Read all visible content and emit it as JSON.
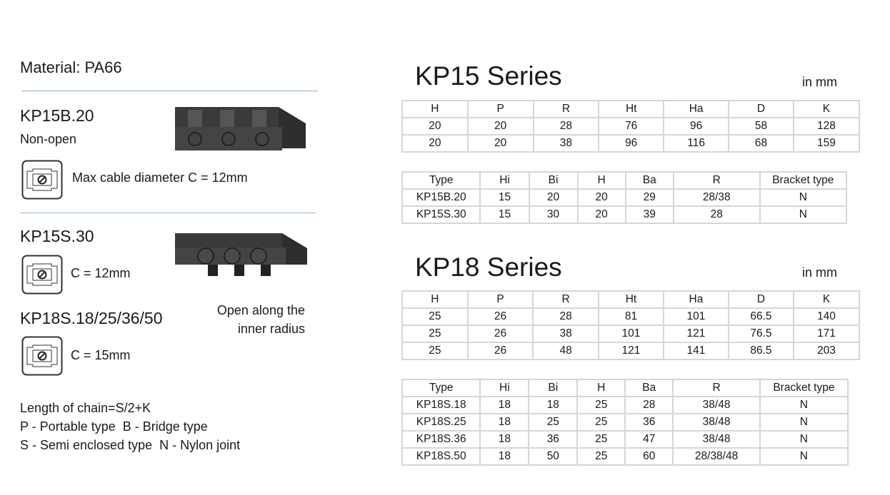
{
  "left": {
    "material": "Material: PA66",
    "kp15b": {
      "title": "KP15B.20",
      "subtitle": "Non-open",
      "cable": "Max cable diameter C = 12mm"
    },
    "kp15s": {
      "title": "KP15S.30",
      "cable": "C = 12mm"
    },
    "kp18s": {
      "title": "KP18S.18/25/36/50",
      "note1": "Open along the",
      "note2": "inner radius",
      "cable": "C = 15mm"
    },
    "notes": [
      "Length of chain=S/2+K",
      "P - Portable type  B - Bridge type",
      "S - Semi enclosed type  N - Nylon joint"
    ]
  },
  "kp15": {
    "title": "KP15 Series",
    "unit": "in mm",
    "dims": {
      "headers": [
        "H",
        "P",
        "R",
        "Ht",
        "Ha",
        "D",
        "K"
      ],
      "rows": [
        [
          "20",
          "20",
          "28",
          "76",
          "96",
          "58",
          "128"
        ],
        [
          "20",
          "20",
          "38",
          "96",
          "116",
          "68",
          "159"
        ]
      ]
    },
    "types": {
      "headers": [
        "Type",
        "Hi",
        "Bi",
        "H",
        "Ba",
        "R",
        "Bracket type"
      ],
      "rows": [
        [
          "KP15B.20",
          "15",
          "20",
          "20",
          "29",
          "28/38",
          "N"
        ],
        [
          "KP15S.30",
          "15",
          "30",
          "20",
          "39",
          "28",
          "N"
        ]
      ]
    }
  },
  "kp18": {
    "title": "KP18 Series",
    "unit": "in mm",
    "dims": {
      "headers": [
        "H",
        "P",
        "R",
        "Ht",
        "Ha",
        "D",
        "K"
      ],
      "rows": [
        [
          "25",
          "26",
          "28",
          "81",
          "101",
          "66.5",
          "140"
        ],
        [
          "25",
          "26",
          "38",
          "101",
          "121",
          "76.5",
          "171"
        ],
        [
          "25",
          "26",
          "48",
          "121",
          "141",
          "86.5",
          "203"
        ]
      ]
    },
    "types": {
      "headers": [
        "Type",
        "Hi",
        "Bi",
        "H",
        "Ba",
        "R",
        "Bracket type"
      ],
      "rows": [
        [
          "KP18S.18",
          "18",
          "18",
          "25",
          "28",
          "38/48",
          "N"
        ],
        [
          "KP18S.25",
          "18",
          "25",
          "25",
          "36",
          "38/48",
          "N"
        ],
        [
          "KP18S.36",
          "18",
          "36",
          "25",
          "47",
          "38/48",
          "N"
        ],
        [
          "KP18S.50",
          "18",
          "50",
          "25",
          "60",
          "28/38/48",
          "N"
        ]
      ]
    }
  }
}
